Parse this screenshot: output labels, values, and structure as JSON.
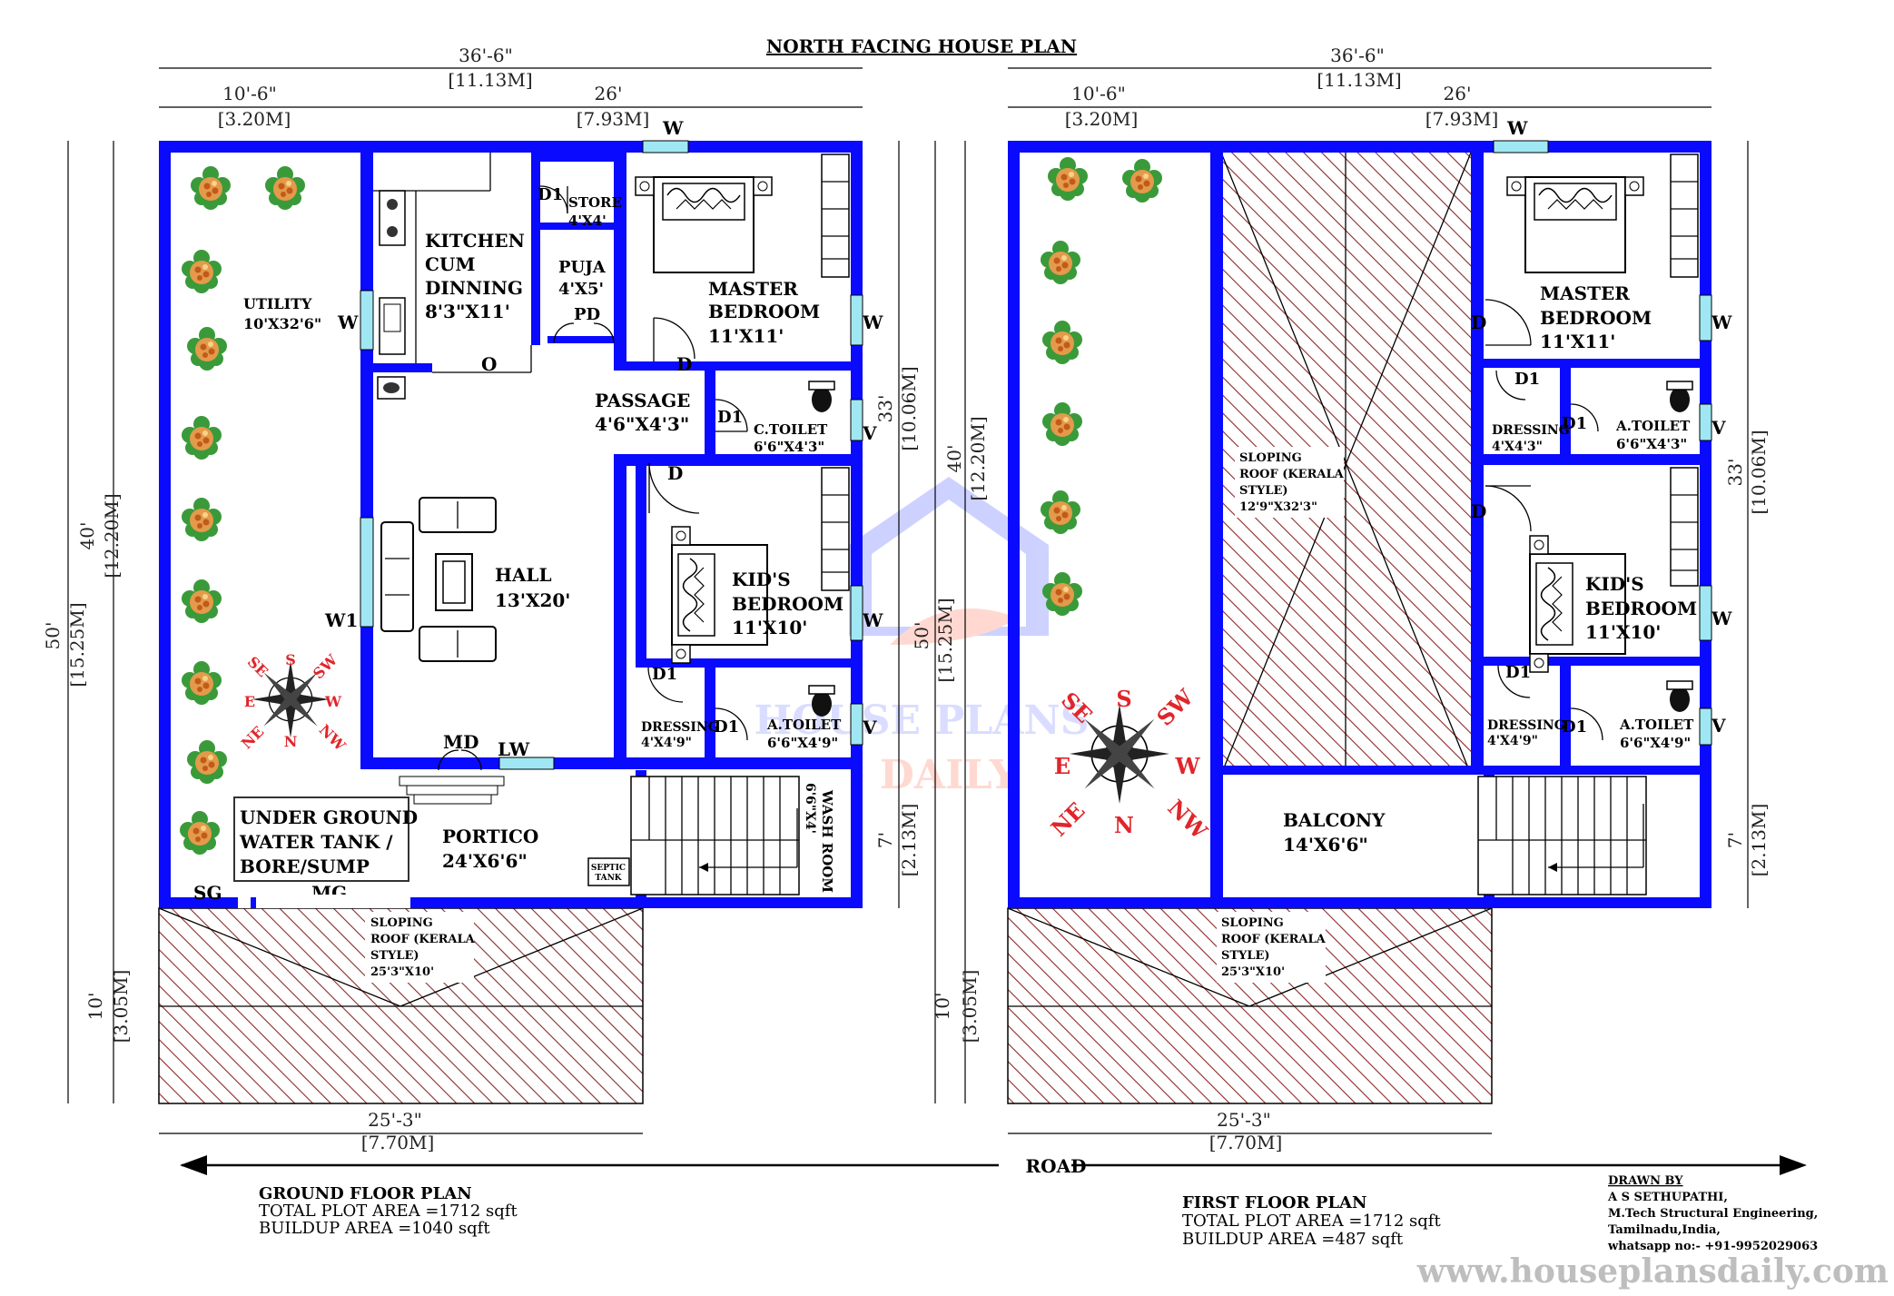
{
  "title": "NORTH FACING HOUSE PLAN",
  "road_label": "ROAD",
  "watermark": {
    "line1": "HOUSE PLANS",
    "line2": "DAILY"
  },
  "website": "www.houseplansdaily.com",
  "colors": {
    "wall": "#0a0aff",
    "window": "#9fe8f3",
    "hatch": "#8b2a2a",
    "compass": "#e0262b",
    "plant": "#3a9a3a",
    "flower": "#e39a4a"
  },
  "dims": {
    "overall_width": "36'-6\"",
    "overall_width_m": "[11.13M]",
    "left_width": "10'-6\"",
    "left_width_m": "[3.20M]",
    "right_width": "26'",
    "right_width_m": "[7.93M]",
    "total_depth": "50'",
    "total_depth_m": "[15.25M]",
    "house_depth": "40'",
    "house_depth_m": "[12.20M]",
    "front_depth": "10'",
    "front_depth_m": "[3.05M]",
    "rooms_depth": "33'",
    "rooms_depth_m": "[10.06M]",
    "stair_depth": "7'",
    "stair_depth_m": "[2.13M]",
    "bottom_width": "25'-3\"",
    "bottom_width_m": "[7.70M]"
  },
  "ground": {
    "utility": "UTILITY",
    "utility_size": "10'X32'6\"",
    "kitchen1": "KITCHEN",
    "kitchen2": "CUM",
    "kitchen3": "DINNING",
    "kitchen_size": "8'3\"X11'",
    "store": "STORE",
    "store_size": "4'X4'",
    "puja": "PUJA",
    "puja_size": "4'X5'",
    "pd": "PD",
    "master1": "MASTER",
    "master2": "BEDROOM",
    "master_size": "11'X11'",
    "passage": "PASSAGE",
    "passage_size": "4'6\"X4'3\"",
    "ctoilet": "C.TOILET",
    "ctoilet_size": "6'6\"X4'3\"",
    "hall": "HALL",
    "hall_size": "13'X20'",
    "kid1": "KID'S",
    "kid2": "BEDROOM",
    "kid_size": "11'X10'",
    "dressing": "DRESSING",
    "dressing_size": "4'X4'9\"",
    "atoilet": "A.TOILET",
    "atoilet_size": "6'6\"X4'9\"",
    "portico": "PORTICO",
    "portico_size": "24'X6'6\"",
    "tank1": "UNDER GROUND",
    "tank2": "WATER TANK /",
    "tank3": "BORE/SUMP",
    "washroom": "WASH ROOM",
    "washroom_size": "6'6\"X4'",
    "septic1": "SEPTIC",
    "septic2": "TANK",
    "roof1": "SLOPING",
    "roof2": "ROOF (KERALA",
    "roof3": "STYLE)",
    "roof_size": "25'3\"X10'",
    "w": "W",
    "w1": "W1",
    "v": "V",
    "d": "D",
    "d1": "D1",
    "o": "O",
    "md": "MD",
    "lw": "LW",
    "sg": "SG",
    "mg": "MG",
    "footer_title": "GROUND FLOOR PLAN",
    "footer_plot": "TOTAL PLOT AREA =1712 sqft",
    "footer_build": "BUILDUP AREA =1040 sqft"
  },
  "first": {
    "roof1": "SLOPING",
    "roof2": "ROOF (KERALA",
    "roof3": "STYLE)",
    "roof_size": "12'9\"X32'3\"",
    "master1": "MASTER",
    "master2": "BEDROOM",
    "master_size": "11'X11'",
    "dressing1": "DRESSING",
    "dressing1_size": "4'X4'3\"",
    "atoilet1": "A.TOILET",
    "atoilet1_size": "6'6\"X4'3\"",
    "kid1": "KID'S",
    "kid2": "BEDROOM",
    "kid_size": "11'X10'",
    "dressing2": "DRESSING",
    "dressing2_size": "4'X4'9\"",
    "atoilet2": "A.TOILET",
    "atoilet2_size": "6'6\"X4'9\"",
    "balcony": "BALCONY",
    "balcony_size": "14'X6'6\"",
    "froof1": "SLOPING",
    "froof2": "ROOF (KERALA",
    "froof3": "STYLE)",
    "froof_size": "25'3\"X10'",
    "footer_title": "FIRST FLOOR PLAN",
    "footer_plot": "TOTAL PLOT AREA =1712 sqft",
    "footer_build": "BUILDUP AREA =487 sqft"
  },
  "compass": {
    "n": "N",
    "s": "S",
    "e": "E",
    "w": "W",
    "ne": "NE",
    "nw": "NW",
    "se": "SE",
    "sw": "SW"
  },
  "credits": {
    "heading": "DRAWN BY",
    "name": "A S SETHUPATHI,",
    "degree": "M.Tech Structural Engineering,",
    "place": "Tamilnadu,India,",
    "phone": "whatsapp no:- +91-9952029063"
  }
}
